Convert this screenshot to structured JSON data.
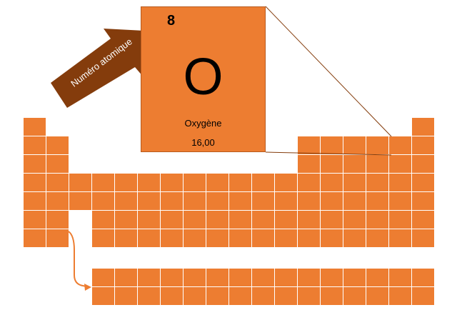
{
  "element": {
    "atomic_number": "8",
    "symbol": "O",
    "name": "Oxygène",
    "atomic_mass": "16,00"
  },
  "arrow_label": "Numéro atomique",
  "colors": {
    "cell": "#ed7d31",
    "arrow": "#843c0c",
    "connector": "#843c0c",
    "connector_arrow": "#ed7d31"
  }
}
